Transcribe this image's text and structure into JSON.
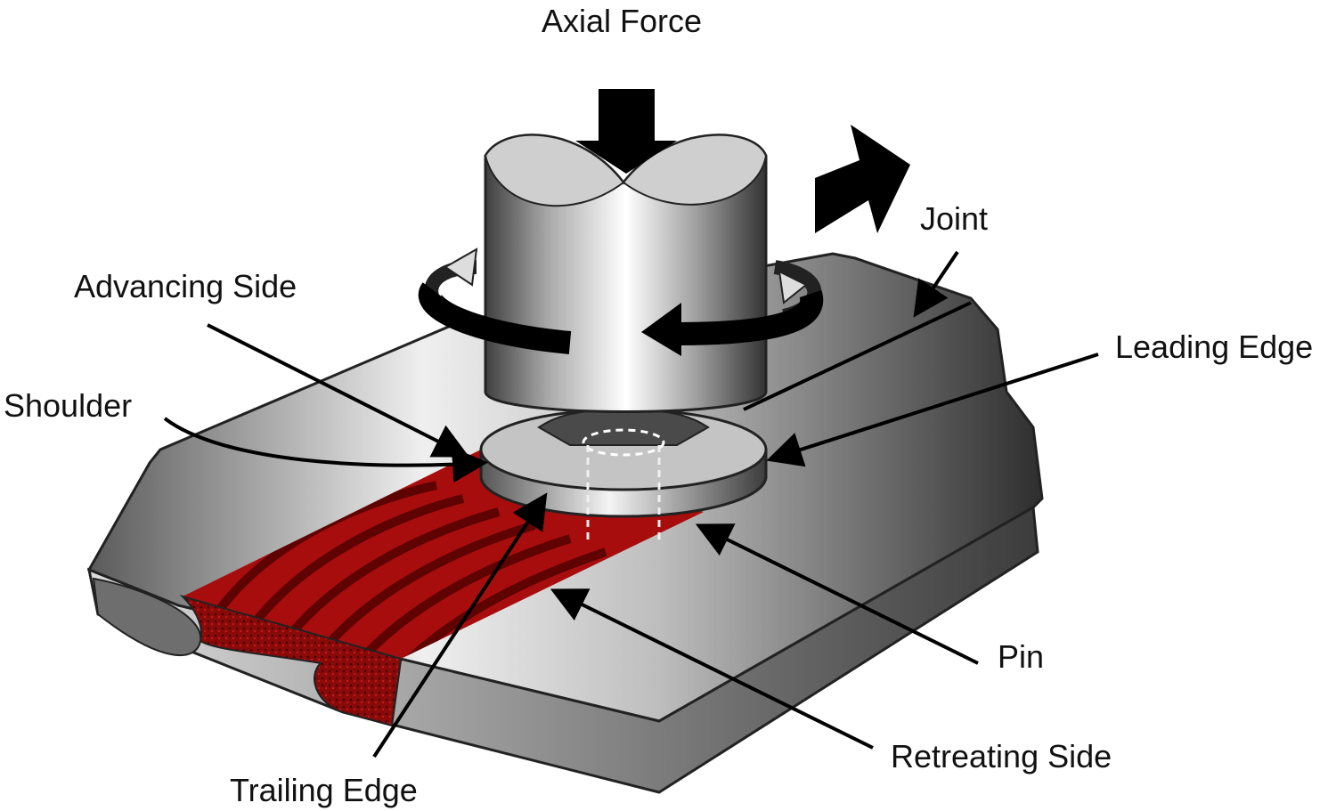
{
  "labels": {
    "axial_force": "Axial Force",
    "joint": "Joint",
    "advancing_side": "Advancing Side",
    "leading_edge": "Leading Edge",
    "shoulder": "Shoulder",
    "pin": "Pin",
    "retreating_side": "Retreating Side",
    "trailing_edge": "Trailing Edge"
  },
  "colors": {
    "weld": "#a80d0d",
    "weld_dark": "#6a0303",
    "metal_light": "#f2f2f2",
    "metal_mid": "#9a9a9a",
    "metal_dark": "#3a3a3a",
    "arrow": "#000000"
  }
}
